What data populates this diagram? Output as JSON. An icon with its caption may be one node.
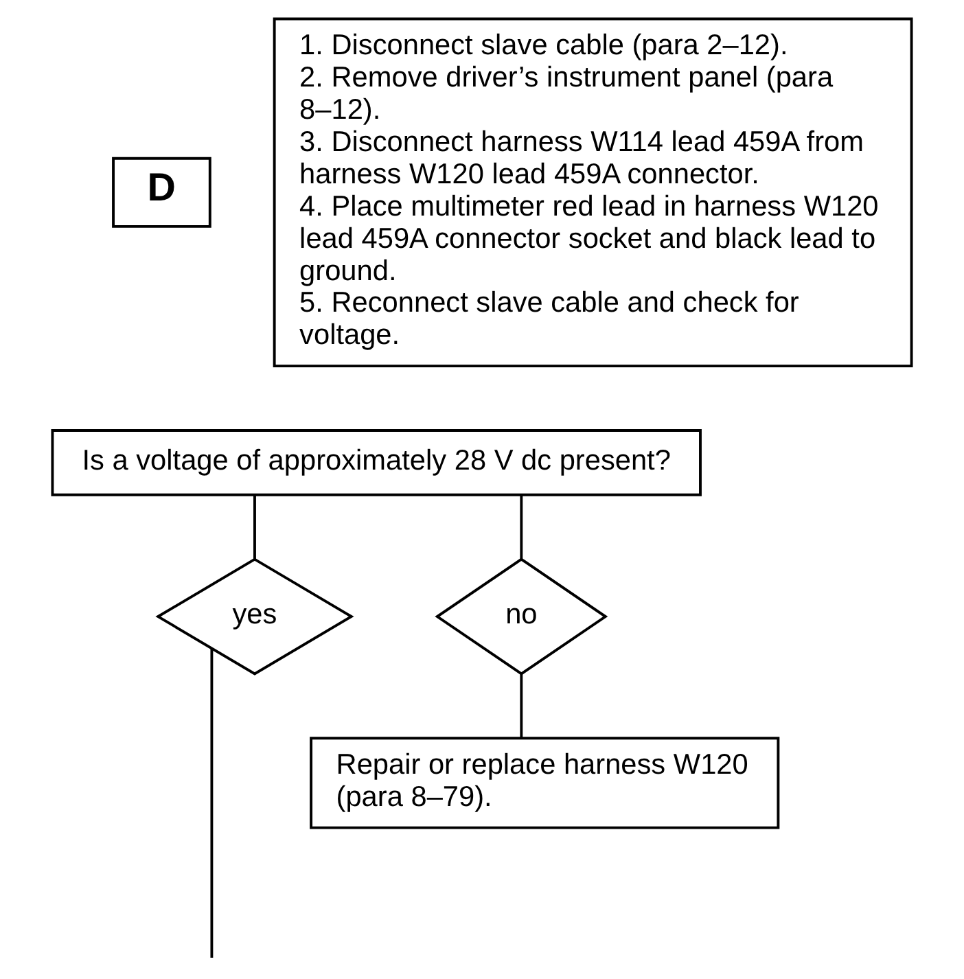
{
  "diagram": {
    "nodes": [
      {
        "text": [
          "D"
        ]
      },
      {
        "text": [
          "1. Disconnect slave cable (para 2–12).",
          "2. Remove driver’s instrument panel (para 8–12).",
          "3. Disconnect harness W114 lead 459A from harness W120 lead 459A connector.",
          "4. Place multimeter red lead in harness W120 lead 459A connector socket and black lead to ground.",
          "5. Reconnect slave cable and check for voltage."
        ]
      },
      {
        "text": [
          "Is a voltage of approximately 28 V dc present?"
        ]
      },
      {
        "text": [
          "yes"
        ]
      },
      {
        "text": [
          "no"
        ]
      },
      {
        "text": [
          "Repair or replace harness W120 (para 8–79)."
        ]
      }
    ],
    "edges": [
      {
        "from": 2,
        "to": 3,
        "arrow": "none"
      },
      {
        "from": 2,
        "to": 4,
        "arrow": "none"
      },
      {
        "from": 4,
        "to": 5,
        "arrow": "none"
      },
      {
        "from": 3,
        "to": null,
        "arrow": "none"
      }
    ]
  }
}
